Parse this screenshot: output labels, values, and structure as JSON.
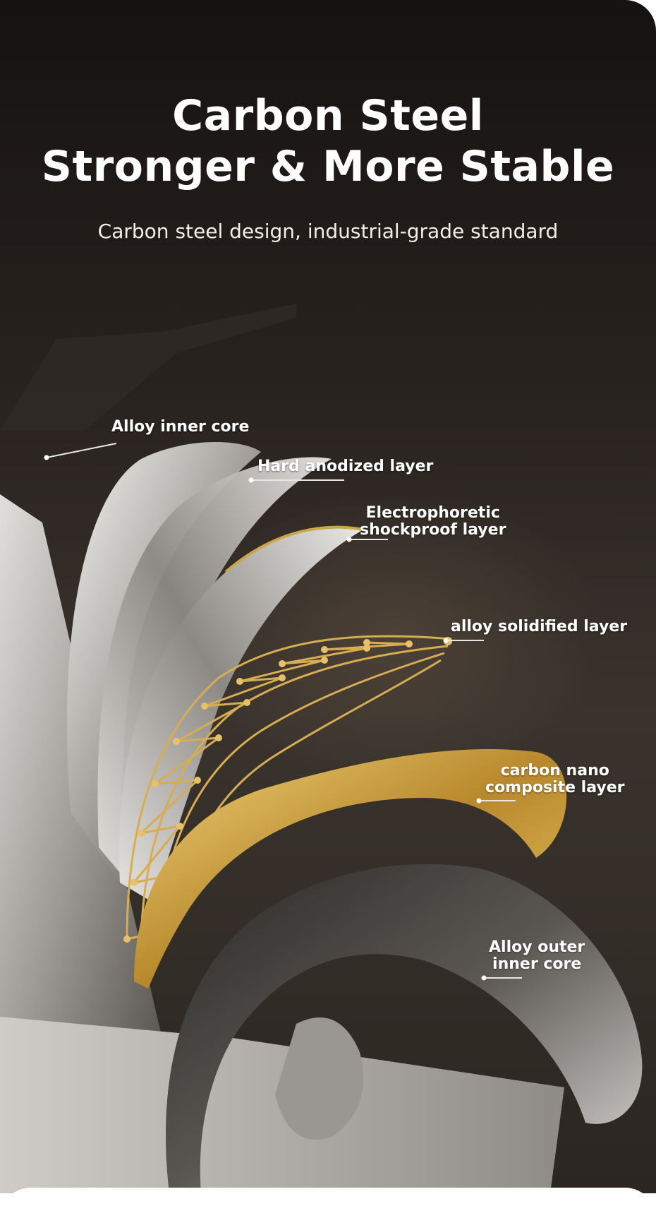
{
  "header": {
    "title_line1": "Carbon Steel",
    "title_line2": "Stronger & More Stable",
    "subtitle": "Carbon steel design, industrial-grade standard"
  },
  "labels": {
    "alloy_inner_core": "Alloy inner core",
    "hard_anodized": "Hard anodized layer",
    "electrophoretic_line1": "Electrophoretic",
    "electrophoretic_line2": "shockproof layer",
    "alloy_solidified": "alloy solidified layer",
    "carbon_nano_line1": "carbon nano",
    "carbon_nano_line2": "composite layer",
    "alloy_outer_line1": "Alloy outer",
    "alloy_outer_line2": "inner core"
  },
  "colors": {
    "background_top": "#151211",
    "background_mid": "#3a332d",
    "gold": "#c9a13a",
    "silver": "#d9d7d4",
    "text": "#ffffff"
  }
}
